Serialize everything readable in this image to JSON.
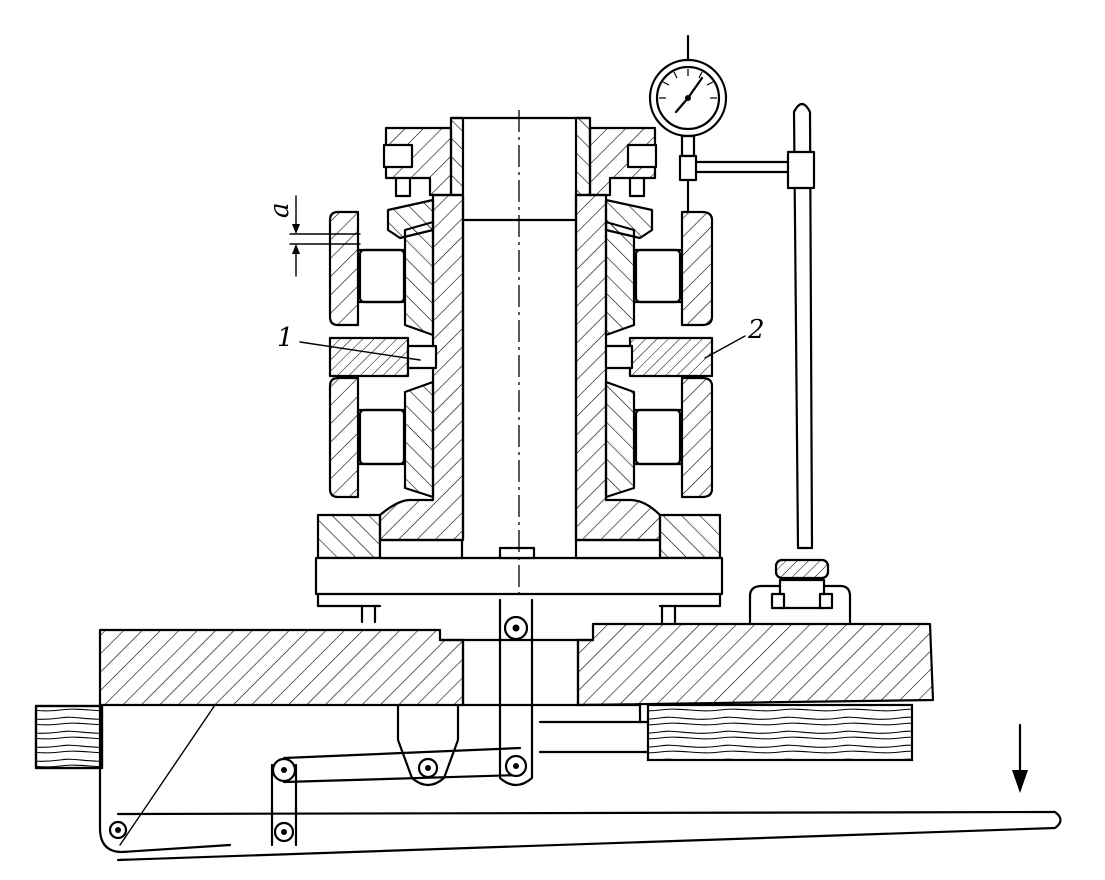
{
  "labels": {
    "callout_1": "1",
    "callout_2": "2",
    "dimension_a": "a"
  },
  "icons": {
    "dial_indicator": "dial-indicator-icon",
    "load_arrow": "down-arrow-icon"
  },
  "colors": {
    "ink": "#000000",
    "paper": "#ffffff"
  }
}
